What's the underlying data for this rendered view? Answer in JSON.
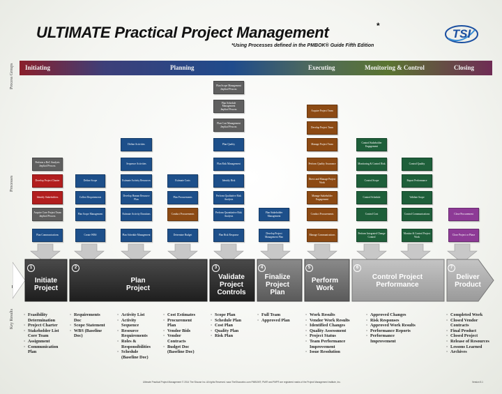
{
  "title": "ULTIMATE Practical Project Management",
  "title_star": "*",
  "subtitle": "*Using Processes defined in the PMBOK® Guide Fifth Edition",
  "logo": "TSI",
  "side_labels": {
    "process_groups": "Process Groups",
    "processes": "Processes",
    "steps": "Steps",
    "key_results": "Key Results"
  },
  "colors": {
    "initiating": "#b21e1e",
    "planning": "#1d4f8a",
    "executing": "#8c4a14",
    "monitoring": "#1e5f3a",
    "closing": "#8d3a96",
    "tailored": "#5f5f5f"
  },
  "phases": [
    {
      "label": "Initiating"
    },
    {
      "label": "Planning"
    },
    {
      "label": "Executing"
    },
    {
      "label": "Monitoring & Control"
    },
    {
      "label": "Closing"
    }
  ],
  "processes": {
    "col1": [
      {
        "text": "Perform a BoC Analysis",
        "sub": "Implied Process",
        "color": "grey"
      },
      {
        "text": "Develop Project Charter",
        "sub": "",
        "color": "red"
      },
      {
        "text": "Identify Stakeholders",
        "sub": "",
        "color": "red"
      },
      {
        "text": "Acquire Core Project Team",
        "sub": "Implied Process",
        "color": "grey"
      },
      {
        "text": "Plan Communications",
        "sub": "",
        "color": "blue"
      }
    ],
    "col2": [
      {
        "text": "Define Scope",
        "sub": "",
        "color": "blue"
      },
      {
        "text": "Collect Requirements",
        "sub": "",
        "color": "blue"
      },
      {
        "text": "Plan Scope Management",
        "sub": "",
        "color": "blue"
      },
      {
        "text": "Create WBS",
        "sub": "",
        "color": "blue"
      }
    ],
    "col3": [
      {
        "text": "Define Activities",
        "sub": "",
        "color": "blue"
      },
      {
        "text": "Sequence Activities",
        "sub": "",
        "color": "blue"
      },
      {
        "text": "Estimate Activity Resources",
        "sub": "",
        "color": "blue"
      },
      {
        "text": "Develop Human Resource Plan",
        "sub": "",
        "color": "blue"
      },
      {
        "text": "Estimate Activity Durations",
        "sub": "",
        "color": "blue"
      },
      {
        "text": "Plan Schedule Management",
        "sub": "",
        "color": "blue"
      }
    ],
    "col4": [
      {
        "text": "Estimate Costs",
        "sub": "",
        "color": "blue"
      },
      {
        "text": "Plan Procurements",
        "sub": "",
        "color": "blue"
      },
      {
        "text": "Conduct Procurements",
        "sub": "",
        "color": "orange"
      },
      {
        "text": "Determine Budget",
        "sub": "",
        "color": "blue"
      }
    ],
    "col5": [
      {
        "text": "Plan Scope Management",
        "sub": "Implied Process",
        "color": "grey"
      },
      {
        "text": "Plan Schedule Management",
        "sub": "Implied Process",
        "color": "grey"
      },
      {
        "text": "Plan Cost Management",
        "sub": "Implied Process",
        "color": "grey"
      },
      {
        "text": "Plan Quality",
        "sub": "",
        "color": "blue"
      },
      {
        "text": "Plan Risk Management",
        "sub": "",
        "color": "blue"
      },
      {
        "text": "Identify Risk",
        "sub": "",
        "color": "blue"
      },
      {
        "text": "Perform Qualitative Risk Analysis",
        "sub": "",
        "color": "blue"
      },
      {
        "text": "Perform Quantitative Risk Analysis",
        "sub": "",
        "color": "blue"
      },
      {
        "text": "Plan Risk Response",
        "sub": "",
        "color": "blue"
      }
    ],
    "col6": [
      {
        "text": "Plan Stakeholder Management",
        "sub": "",
        "color": "blue"
      },
      {
        "text": "Develop Project Management Plan",
        "sub": "",
        "color": "blue"
      }
    ],
    "col7": [
      {
        "text": "Acquire Project Team",
        "sub": "",
        "color": "orange"
      },
      {
        "text": "Develop Project Team",
        "sub": "",
        "color": "orange"
      },
      {
        "text": "Manage Project Team",
        "sub": "",
        "color": "orange"
      },
      {
        "text": "Perform Quality Assurance",
        "sub": "",
        "color": "orange"
      },
      {
        "text": "Direct and Manage Project Work",
        "sub": "",
        "color": "orange"
      },
      {
        "text": "Manage Stakeholder Engagement",
        "sub": "",
        "color": "orange"
      },
      {
        "text": "Conduct Procurements",
        "sub": "",
        "color": "orange"
      },
      {
        "text": "Manage Communications",
        "sub": "",
        "color": "orange"
      }
    ],
    "col8": [
      {
        "text": "Control Stakeholder Engagement",
        "sub": "",
        "color": "green"
      },
      {
        "text": "Monitoring & Control Risk",
        "sub": "",
        "color": "green"
      },
      {
        "text": "Control Scope",
        "sub": "",
        "color": "green"
      },
      {
        "text": "Control Schedule",
        "sub": "",
        "color": "green"
      },
      {
        "text": "Control Cost",
        "sub": "",
        "color": "green"
      },
      {
        "text": "Perform Integrated Change Control",
        "sub": "",
        "color": "green"
      }
    ],
    "col9": [
      {
        "text": "Control Quality",
        "sub": "",
        "color": "green"
      },
      {
        "text": "Report Performance",
        "sub": "",
        "color": "green"
      },
      {
        "text": "Validate Scope",
        "sub": "",
        "color": "green"
      },
      {
        "text": "Control Communications",
        "sub": "",
        "color": "green"
      },
      {
        "text": "Monitor & Control Project Work",
        "sub": "",
        "color": "green"
      }
    ],
    "col10": [
      {
        "text": "Close Procurement",
        "sub": "",
        "color": "purple"
      },
      {
        "text": "Close Project or Phase",
        "sub": "",
        "color": "purple"
      }
    ]
  },
  "steps": [
    {
      "num": "1",
      "label": "Initiate Project"
    },
    {
      "num": "2",
      "label": "Plan Project"
    },
    {
      "num": "3",
      "label": "Validate Project Controls"
    },
    {
      "num": "4",
      "label": "Finalize Project Plan"
    },
    {
      "num": "5",
      "label": "Perform Work"
    },
    {
      "num": "6",
      "label": "Control Project Performance"
    },
    {
      "num": "7",
      "label": "Deliver Product"
    }
  ],
  "key_results": {
    "c1": [
      "Feasibility",
      "Determination",
      "Project Charter",
      "Stakeholder List",
      "Core Team",
      "Assignment",
      "Communication",
      "Plan"
    ],
    "c2": [
      "Requirements",
      "Doc",
      "Scope Statement",
      "WBS (Baseline",
      "Doc)"
    ],
    "c3": [
      "Activity List",
      "Activity",
      "Sequence",
      "Resource",
      "Requirements",
      "Roles &",
      "Responsibilities",
      "Schedule",
      "(Baseline Doc)"
    ],
    "c4": [
      "Cost Estimates",
      "Procurement",
      "Plan",
      "Vendor Bids",
      "Vendor",
      "Contracts",
      "Budget Doc",
      "(Baseline Doc)"
    ],
    "c5": [
      "Scope Plan",
      "Schedule Plan",
      "Cost Plan",
      "Quality Plan",
      "Risk Plan"
    ],
    "c6": [
      "Full Team",
      "Approved Plan"
    ],
    "c7": [
      "Work Results",
      "Vendor Work Results",
      "Identified Changes",
      "Quality Assessment",
      "Project Status",
      "Team Performance",
      "Improvement",
      "Issue Resolution"
    ],
    "c8": [
      "Approved Changes",
      "Risk Responses",
      "Approved Work Results",
      "Performance Reports",
      "Performance",
      "Improvement"
    ],
    "c9": [
      "Completed Work",
      "Closed Vendor",
      "Contracts",
      "Final Product",
      "Closed Project",
      "Release of Resources",
      "Lessons Learned",
      "Archives"
    ]
  },
  "footer": "Ultimate Practical Project Management © 2014 The Shouse Inc. All rights Reserved. www.TheShouseInc.com   PMBOK®, PMI® and PMP® are registered marks of the Project Management Institute, Inc.",
  "footer_version": "Version 5.1"
}
